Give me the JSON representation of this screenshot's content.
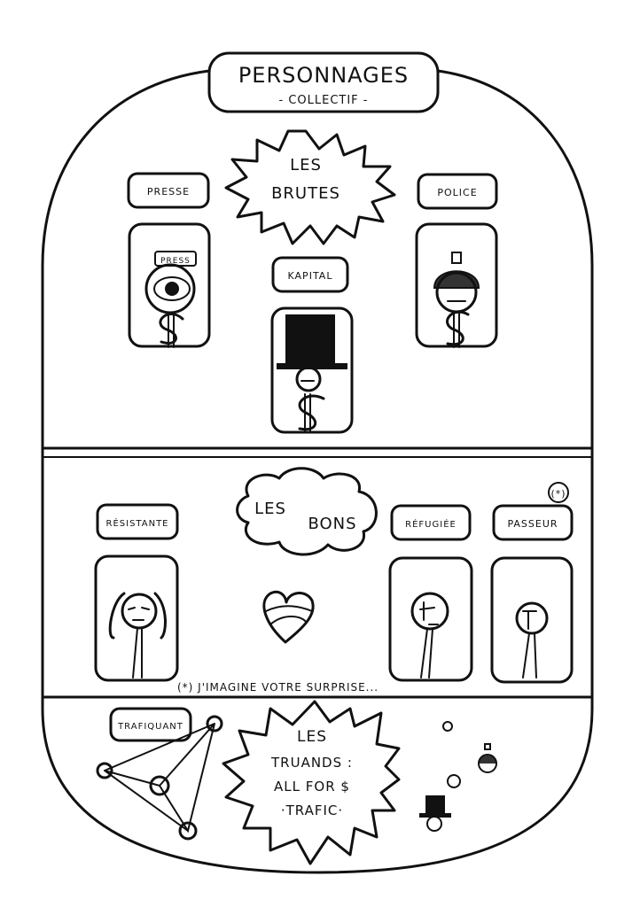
{
  "title": {
    "main": "PERSONNAGES",
    "sub": "- COLLECTIF -"
  },
  "sections": {
    "brutes": {
      "heading": [
        "LES",
        "BRUTES"
      ],
      "characters": [
        {
          "label": "PRESSE",
          "hat_text": "PRESS"
        },
        {
          "label": "KAPITAL"
        },
        {
          "label": "POLICE"
        }
      ]
    },
    "bons": {
      "heading": [
        "LES",
        "BONS"
      ],
      "characters": [
        {
          "label": "RÉSISTANTE"
        },
        {
          "label": "RÉFUGIÉE"
        },
        {
          "label": "PASSEUR",
          "marker": "(*)"
        }
      ],
      "footnote": "(*) J'IMAGINE VOTRE SURPRISE..."
    },
    "truands": {
      "heading": [
        "LES",
        "TRUANDS :",
        "ALL FOR $",
        "·TRAFIC·"
      ],
      "characters": [
        {
          "label": "TRAFIQUANT"
        }
      ]
    }
  },
  "colors": {
    "ink": "#111111",
    "paper": "#ffffff"
  }
}
